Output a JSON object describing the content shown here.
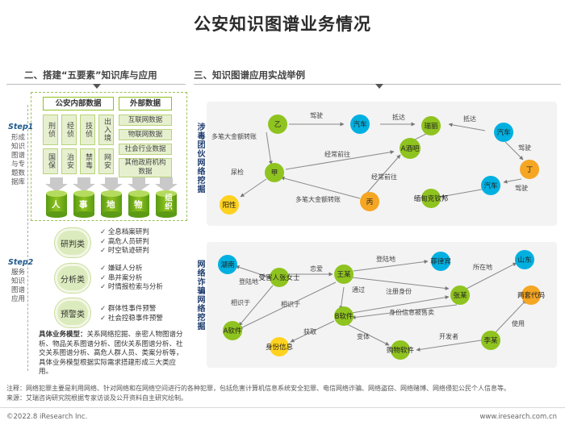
{
  "title": "公安知识图谱业务情况",
  "section2": {
    "heading": "二、搭建“五要素”知识库与应用"
  },
  "section3": {
    "heading": "三、知识图谱应用实战举例"
  },
  "knowledge": {
    "internal_header": "公安内部数据",
    "external_header": "外部数据",
    "internal_cells": [
      "刑侦",
      "经侦",
      "技侦",
      "出入境",
      "国保",
      "治安",
      "禁毒",
      "网安"
    ],
    "external_cells": [
      "互联网数据",
      "物联网数据",
      "社会行业数据",
      "其他政府机构数据"
    ],
    "elements": [
      "人",
      "事",
      "地",
      "物",
      "组织"
    ]
  },
  "step1": {
    "label": "Step1",
    "text": "形成知识图谱与专题数据库"
  },
  "step2": {
    "label": "Step2",
    "text": "服务知识图谱应用"
  },
  "apps": [
    {
      "name": "研判类",
      "items": [
        "全息档案研判",
        "高危人员研判",
        "时空轨迹研判"
      ]
    },
    {
      "name": "分析类",
      "items": [
        "嫌疑人分析",
        "串并案分析",
        "时情报检索与分析"
      ]
    },
    {
      "name": "预警类",
      "items": [
        "群体性事件预警",
        "社会控稳事件预警"
      ]
    }
  ],
  "model_note": {
    "label": "具体业务模型：",
    "text": "关系网络挖掘、亲密人物图谱分析、物品关系图谱分析、团伙关系图谱分析、社交关系图谱分析、高危人群人员、类案分析等，具体业务模型根据实际需求搭建形成三大类应用。"
  },
  "panel1": {
    "side_label": "涉毒团伙网络挖掘",
    "nodes": {
      "yi": "乙",
      "jia": "甲",
      "bing": "丙",
      "ding": "丁",
      "car1": "汽车",
      "car2": "汽车",
      "car3": "汽车",
      "ruili": "瑞丽",
      "ajiuba": "A酒吧",
      "positive": "阳性",
      "border": "缅甸克钦邦"
    },
    "edges": {
      "drive1": "驾驶",
      "arrive1": "抵达",
      "arrive2": "抵达",
      "drive2": "驾驶",
      "transfer1": "多笔大金额转账",
      "frequent1": "经常前往",
      "frequent2": "经常前往",
      "urine": "尿检",
      "transfer2": "多笔大金额转账",
      "drive3": "驾驶"
    }
  },
  "panel2": {
    "side_label": "网络诈骗网络挖掘",
    "nodes": {
      "hunan": "湖南",
      "victim": "受害人张女士",
      "wang": "王某",
      "feilvbin": "菲律宾",
      "shandong": "山东",
      "zhang": "张某",
      "liangqi": "两套代码",
      "asoft": "A软件",
      "bsoft": "B软件",
      "idinfo": "身份信息",
      "shopsoft": "购物软件",
      "li": "李某"
    },
    "edges": {
      "login1": "登陆地",
      "love": "恋爱",
      "login2": "登陆地",
      "location": "所在地",
      "know1": "相识于",
      "know2": "相识于",
      "via": "通过",
      "register": "注册身份",
      "leak": "身份信息被售卖",
      "obtain": "获取",
      "disguise": "变体",
      "developer": "开发者",
      "use": "使用"
    }
  },
  "footnote": {
    "note": "注释：网络犯罪主要是利用网络、针对网络和在网络空间进行的各种犯罪，包括危害计算机信息系统安全犯罪、电信网络诈骗、网络盗窃、网络赌博、网络侵犯公民个人信息等。",
    "source": "来源：艾瑞咨询研究院根据专家访谈及公开资料自主研究绘制。"
  },
  "bottom": {
    "left": "©2022.8 iResearch Inc.",
    "right": "www.iresearch.com.cn"
  },
  "colors": {
    "green": "#8fc31f",
    "cyan": "#00b0e0",
    "orange": "#f5a623",
    "yellow": "#ffd21f",
    "navy": "#1e3c6e"
  }
}
